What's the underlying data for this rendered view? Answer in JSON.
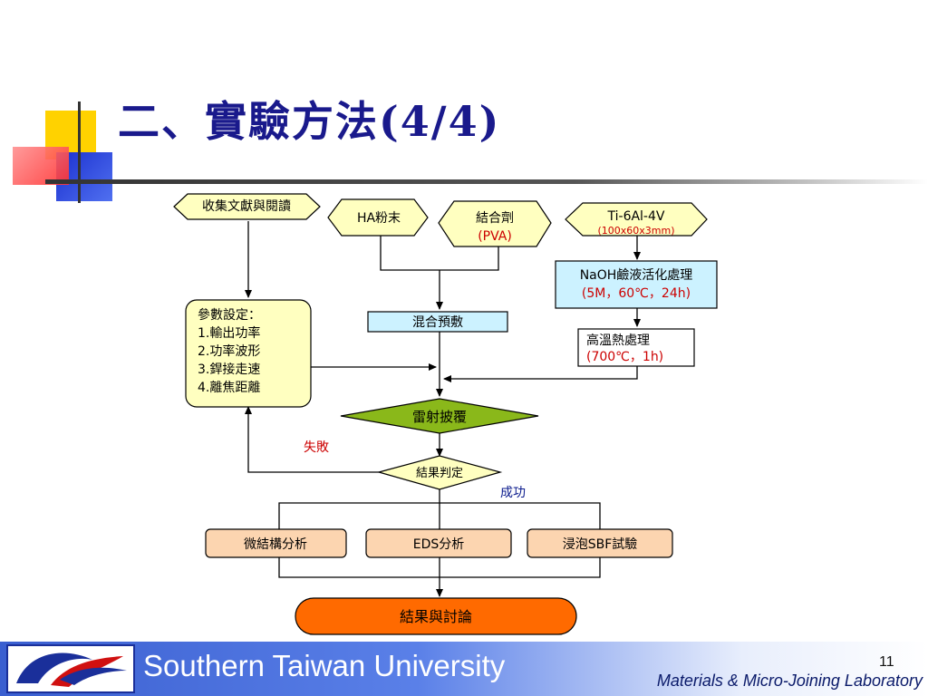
{
  "slide": {
    "title": "二、實驗方法(4/4)",
    "page_number": "11",
    "footer_university": "Southern Taiwan University",
    "footer_lab": "Materials & Micro-Joining Laboratory"
  },
  "flowchart": {
    "literature": "收集文獻與閱讀",
    "ha_powder": "HA粉末",
    "binder_line1": "結合劑",
    "binder_line2": "(PVA)",
    "substrate_line1": "Ti-6Al-4V",
    "substrate_line2": "(100x60x3mm)",
    "naoh_line1": "NaOH鹼液活化處理",
    "naoh_line2": "(5M，60℃，24h)",
    "heat_line1": "高溫熱處理",
    "heat_line2": "(700℃，1h)",
    "premix": "混合預敷",
    "params_title": "參數設定：",
    "params_1": "1.輸出功率",
    "params_2": "2.功率波形",
    "params_3": "3.銲接走速",
    "params_4": "4.離焦距離",
    "laser_cladding": "雷射披覆",
    "judgement": "結果判定",
    "fail": "失敗",
    "success": "成功",
    "microstructure": "微結構分析",
    "eds": "EDS分析",
    "sbf": "浸泡SBF試驗",
    "discussion": "結果與討論"
  },
  "colors": {
    "yellow_box": "#ffffc0",
    "cyan_box": "#ccf2ff",
    "peach_box": "#fcd5b0",
    "green_diamond": "#8ab81a",
    "orange_terminal": "#ff6a00",
    "red_text": "#cc0000"
  }
}
